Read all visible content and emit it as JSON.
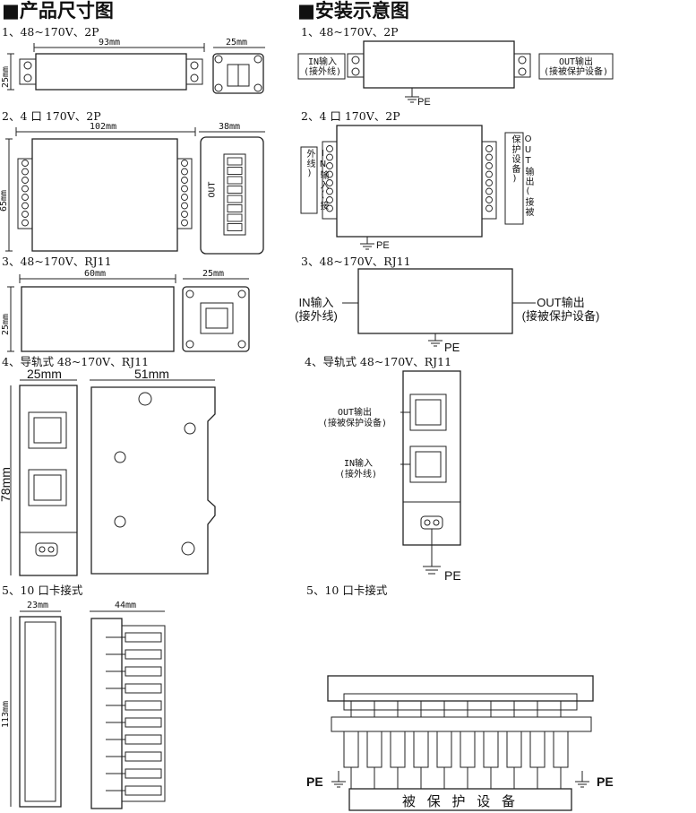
{
  "left": {
    "header": "■产品尺寸图",
    "items": [
      {
        "label": "1、48~170V、2P",
        "dims": {
          "width_front": "93mm",
          "width_side": "25mm",
          "height": "25mm"
        }
      },
      {
        "label": "2、4 口 170V、2P",
        "dims": {
          "width_front": "102mm",
          "width_side": "38mm",
          "height": "65mm"
        },
        "side_label": "OUT"
      },
      {
        "label": "3、48~170V、RJ11",
        "dims": {
          "width_front": "60mm",
          "width_side": "25mm",
          "height": "25mm"
        }
      },
      {
        "label": "4、导轨式 48~170V、RJ11",
        "dims": {
          "width_front": "25mm",
          "width_side": "51mm",
          "height": "78mm"
        }
      },
      {
        "label": "5、10 口卡接式",
        "dims": {
          "width_front": "23mm",
          "width_side": "44mm",
          "height": "113mm"
        }
      }
    ]
  },
  "right": {
    "header": "■安装示意图",
    "items": [
      {
        "label": "1、48~170V、2P",
        "in1": "IN输入",
        "in2": "(接外线)",
        "out1": "OUT输出",
        "out2": "(接被保护设备)",
        "pe": "PE"
      },
      {
        "label": "2、4 口 170V、2P",
        "in_v": "IN输入(接外线)",
        "out_v": "OUT输出(接被保护设备)",
        "pe": "PE"
      },
      {
        "label": "3、48~170V、RJ11",
        "in1": "IN输入",
        "in2": "(接外线)",
        "out1": "OUT输出",
        "out2": "(接被保护设备)",
        "pe": "PE"
      },
      {
        "label": "4、导轨式 48~170V、RJ11",
        "out1": "OUT输出",
        "out2": "(接被保护设备)",
        "in1": "IN输入",
        "in2": "(接外线)",
        "pe": "PE"
      },
      {
        "label": "5、10 口卡接式",
        "device": "被 保 护 设 备",
        "pe_left": "PE",
        "pe_right": "PE"
      }
    ]
  }
}
